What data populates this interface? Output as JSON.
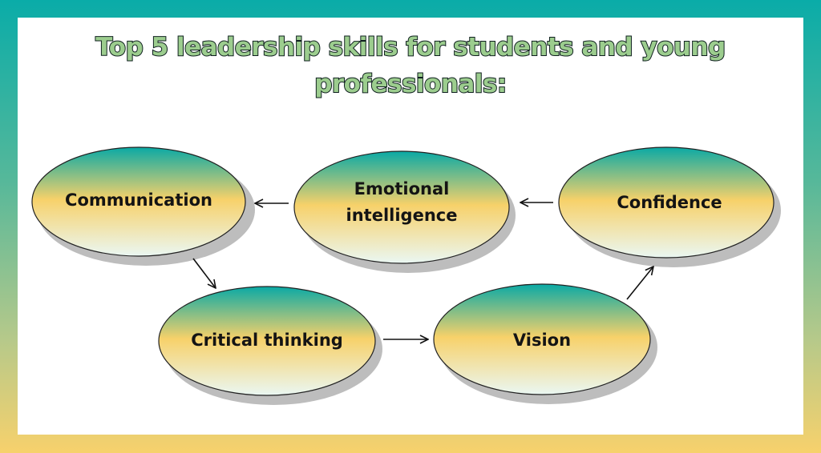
{
  "title": {
    "line1": "Top 5 leadership skills for students and young",
    "line2": "professionals:"
  },
  "nodes": {
    "communication": {
      "lines": [
        "Communication"
      ]
    },
    "emotional": {
      "lines": [
        "Emotional",
        "intelligence"
      ]
    },
    "confidence": {
      "lines": [
        "Confidence"
      ]
    },
    "critical": {
      "lines": [
        "Critical thinking"
      ]
    },
    "vision": {
      "lines": [
        "Vision"
      ]
    }
  },
  "colors": {
    "frame_top": "#0aaca8",
    "frame_bottom": "#f7d16c",
    "ellipse_top": "#0aa9a5",
    "ellipse_mid": "#f7d16a",
    "ellipse_bottom": "#eaf7f3",
    "title_fill": "#9ccd8e",
    "title_outline": "#0f1f1f"
  }
}
